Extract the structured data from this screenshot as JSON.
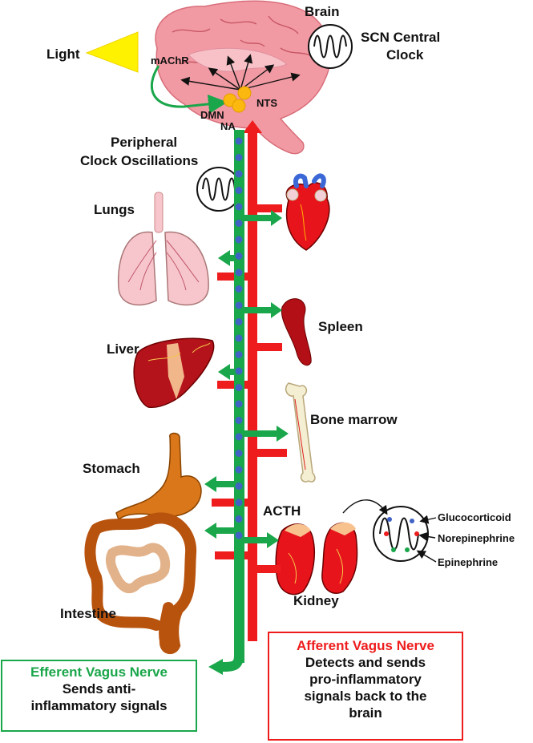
{
  "colors": {
    "efferent": "#1aa64a",
    "afferent": "#ee1c1c",
    "brain": "#f29aa3",
    "node": "#3f62c4",
    "light": "#fff200"
  },
  "labels": {
    "brain": "Brain",
    "scn_line1": "SCN Central",
    "scn_line2": "Clock",
    "light": "Light",
    "machr": "mAChR",
    "nts": "NTS",
    "dmn": "DMN",
    "na": "NA",
    "peripheral_line1": "Peripheral",
    "peripheral_line2": "Clock Oscillations",
    "lungs": "Lungs",
    "liver": "Liver",
    "spleen": "Spleen",
    "bone_marrow": "Bone marrow",
    "stomach": "Stomach",
    "intestine": "Intestine",
    "acth": "ACTH",
    "kidney": "Kidney",
    "glucocorticoid": "Glucocorticoid",
    "norepinephrine": "Norepinephrine",
    "epinephrine": "Epinephrine"
  },
  "efferent_box": {
    "title": "Efferent Vagus Nerve",
    "line1": "Sends anti-",
    "line2": "inflammatory signals"
  },
  "afferent_box": {
    "title": "Afferent Vagus Nerve",
    "line1": "Detects and sends",
    "line2": "pro-inflammatory",
    "line3": "signals back to the",
    "line4": "brain"
  }
}
